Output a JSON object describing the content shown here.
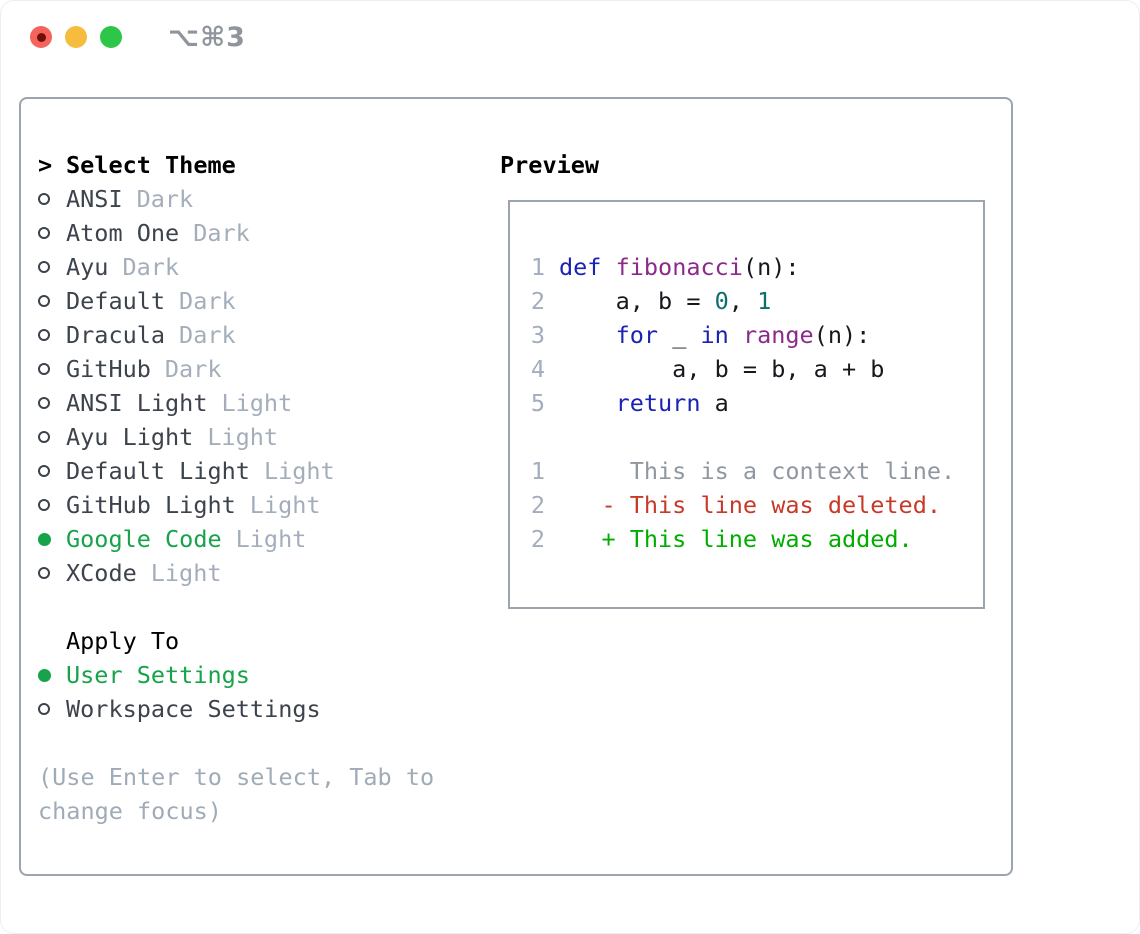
{
  "window": {
    "title": "⌥⌘3",
    "traffic_lights": [
      "close",
      "minimize",
      "zoom"
    ]
  },
  "colors": {
    "accentGreen": "#16a34a",
    "diffAdd": "#00ad00",
    "diffDel": "#c63a27",
    "keyword": "#1b23b2",
    "function": "#8a2b8a",
    "number": "#0d6e6e",
    "plainCode": "#15181d",
    "context": "#8f97a1",
    "lineNumber": "#a3adbd",
    "muted": "#a4aebb",
    "itemText": "#3c434c",
    "border": "#9ba4af",
    "hint": "#a0abb8",
    "titleGray": "#8f949d",
    "lightRed": "#f4635c",
    "redDot": "#700f08",
    "lightYellow": "#f6bc3e",
    "lightGreen": "#2dc649"
  },
  "theme_picker": {
    "prompt": ">",
    "title": "Select Theme",
    "options": [
      {
        "name": "ANSI",
        "variant": "Dark",
        "selected": false
      },
      {
        "name": "Atom One",
        "variant": "Dark",
        "selected": false
      },
      {
        "name": "Ayu",
        "variant": "Dark",
        "selected": false
      },
      {
        "name": "Default",
        "variant": "Dark",
        "selected": false
      },
      {
        "name": "Dracula",
        "variant": "Dark",
        "selected": false
      },
      {
        "name": "GitHub",
        "variant": "Dark",
        "selected": false
      },
      {
        "name": "ANSI Light",
        "variant": "Light",
        "selected": false
      },
      {
        "name": "Ayu Light",
        "variant": "Light",
        "selected": false
      },
      {
        "name": "Default Light",
        "variant": "Light",
        "selected": false
      },
      {
        "name": "GitHub Light",
        "variant": "Light",
        "selected": false
      },
      {
        "name": "Google Code",
        "variant": "Light",
        "selected": true
      },
      {
        "name": "XCode",
        "variant": "Light",
        "selected": false
      }
    ]
  },
  "apply_to": {
    "title": "Apply To",
    "options": [
      {
        "name": "User Settings",
        "selected": true
      },
      {
        "name": "Workspace Settings",
        "selected": false
      }
    ]
  },
  "hint": "(Use Enter to select, Tab to change focus)",
  "preview": {
    "title": "Preview",
    "code_lines": [
      {
        "num": "1",
        "tokens": [
          {
            "s": "kw",
            "v": "def"
          },
          {
            "s": "pl",
            "v": " "
          },
          {
            "s": "fn",
            "v": "fibonacci"
          },
          {
            "s": "pl",
            "v": "("
          },
          {
            "s": "pl",
            "v": "n"
          },
          {
            "s": "pl",
            "v": "):"
          }
        ]
      },
      {
        "num": "2",
        "tokens": [
          {
            "s": "pl",
            "v": "    a, b = "
          },
          {
            "s": "num",
            "v": "0"
          },
          {
            "s": "pl",
            "v": ", "
          },
          {
            "s": "num",
            "v": "1"
          }
        ]
      },
      {
        "num": "3",
        "tokens": [
          {
            "s": "pl",
            "v": "    "
          },
          {
            "s": "kw",
            "v": "for"
          },
          {
            "s": "pl",
            "v": " _ "
          },
          {
            "s": "kw",
            "v": "in"
          },
          {
            "s": "pl",
            "v": " "
          },
          {
            "s": "fn",
            "v": "range"
          },
          {
            "s": "pl",
            "v": "(n):"
          }
        ]
      },
      {
        "num": "4",
        "tokens": [
          {
            "s": "pl",
            "v": "        a, b = b, a + b"
          }
        ]
      },
      {
        "num": "5",
        "tokens": [
          {
            "s": "pl",
            "v": "    "
          },
          {
            "s": "kw",
            "v": "return"
          },
          {
            "s": "pl",
            "v": " a"
          }
        ]
      },
      {
        "num": "",
        "tokens": []
      },
      {
        "num": "1",
        "tokens": [
          {
            "s": "ctx",
            "v": "     This is a context line."
          }
        ]
      },
      {
        "num": "2",
        "tokens": [
          {
            "s": "del",
            "v": "   - This line was deleted."
          }
        ]
      },
      {
        "num": "2",
        "tokens": [
          {
            "s": "add",
            "v": "   + This line was added."
          }
        ]
      }
    ]
  }
}
